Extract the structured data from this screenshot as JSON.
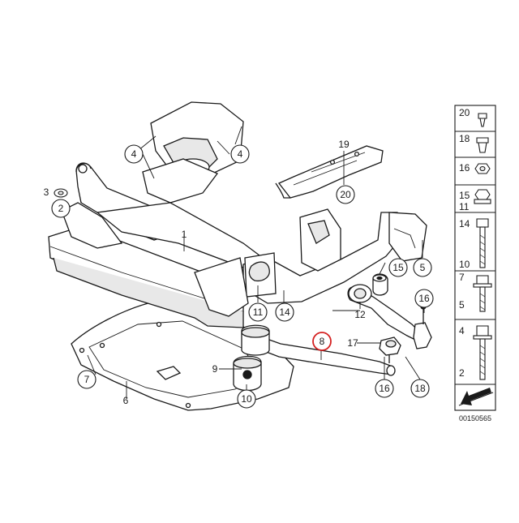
{
  "diagram": {
    "doc_number": "00150565",
    "highlighted_callout": "8",
    "colors": {
      "line": "#1a1a1a",
      "highlight": "#d42020",
      "fill": "#ffffff",
      "shade": "#d9d9d9"
    }
  },
  "callouts": {
    "c1": "1",
    "c2": "2",
    "c3": "3",
    "c4a": "4",
    "c4b": "4",
    "c5": "5",
    "c6": "6",
    "c7": "7",
    "c8": "8",
    "c9": "9",
    "c10": "10",
    "c11": "11",
    "c12": "12",
    "c14": "14",
    "c15": "15",
    "c16a": "16",
    "c16b": "16",
    "c17": "17",
    "c18": "18",
    "c19": "19",
    "c20": "20"
  },
  "parts_column": [
    {
      "numbers": [
        "20"
      ],
      "icon": "self-tapping-screw-icon"
    },
    {
      "numbers": [
        "18"
      ],
      "icon": "expanding-nut-icon"
    },
    {
      "numbers": [
        "16"
      ],
      "icon": "hex-nut-icon"
    },
    {
      "numbers": [
        "15",
        "11"
      ],
      "icon": "collar-nut-icon"
    },
    {
      "numbers": [
        "14",
        "10"
      ],
      "icon": "long-hex-bolt-icon"
    },
    {
      "numbers": [
        "7",
        "5"
      ],
      "icon": "flange-screw-icon"
    },
    {
      "numbers": [
        "4",
        "2"
      ],
      "icon": "hex-bolt-with-washer-icon"
    }
  ]
}
